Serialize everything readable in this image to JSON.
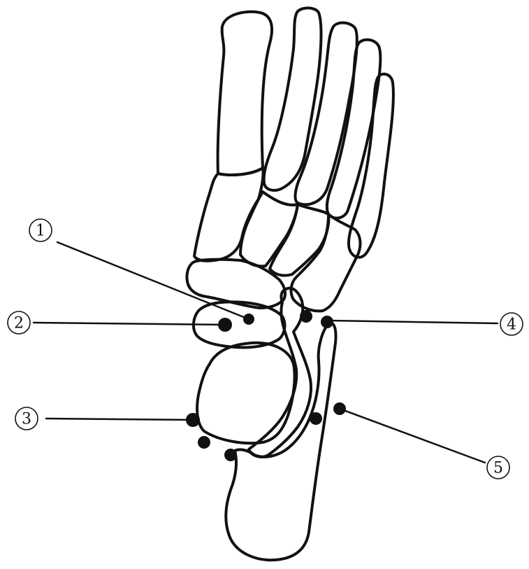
{
  "callouts": [
    {
      "id": "1",
      "label": "1"
    },
    {
      "id": "2",
      "label": "2"
    },
    {
      "id": "3",
      "label": "3"
    },
    {
      "id": "4",
      "label": "4"
    },
    {
      "id": "5",
      "label": "5"
    }
  ],
  "colors": {
    "stroke": "#111111",
    "background": "#ffffff"
  }
}
